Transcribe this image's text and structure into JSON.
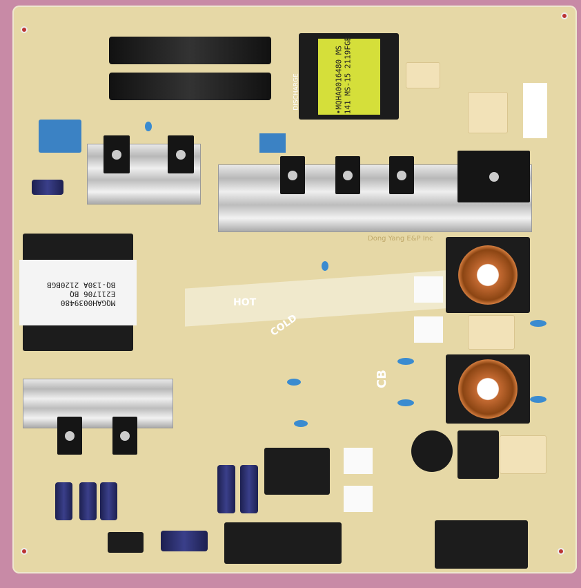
{
  "board": {
    "zone_hot": "HOT",
    "zone_cold": "COLD",
    "cb_label": "CB",
    "discharge_label": "DISCHARGE",
    "maker": "Dong Yang E&P Inc",
    "main_transformer": {
      "line1": "•MQHA0016480 MS",
      "line2": "141 MS-15 2119FGB"
    },
    "standby_transformer": {
      "line1": "MQGAH0039480",
      "line2": "E211706 BQ",
      "line3": "BQ-130A 2120BGB"
    },
    "colors": {
      "pcb": "#e6d8a6",
      "background": "#c88aa6",
      "transformer_tape": "#d5df3a"
    }
  }
}
